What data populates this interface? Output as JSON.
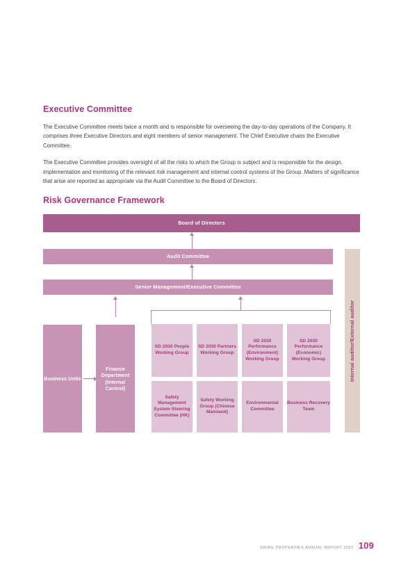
{
  "sections": {
    "executive": {
      "heading": "Executive Committee",
      "paragraphs": [
        "The Executive Committee meets twice a month and is responsible for overseeing the day-to-day operations of the Company. It comprises three Executive Directors and eight members of senior management. The Chief Executive chairs the Executive Committee.",
        "The Executive Committee provides oversight of all the risks to which the Group is subject and is responsible for the design, implementation and monitoring of the relevant risk management and internal control systems of the Group. Matters of significance that arise are reported as appropriate via the Audit Committee to the Board of Directors."
      ]
    },
    "framework": {
      "heading": "Risk Governance Framework"
    }
  },
  "diagram": {
    "board_of_directors": "Board of Directors",
    "audit_committee": "Audit Committee",
    "senior_management": "Senior Management/Executive Committee",
    "business_units": "Business Units",
    "finance_department": "Finance Department (Internal Control)",
    "auditor_bar": "Internal auditor/External auditor",
    "working_groups": [
      "SD 2030 People Working Group",
      "SD 2030 Partners Working Group",
      "SD 2030 Performance (Environment) Working Group",
      "SD 2030 Performance (Economic) Working Group"
    ],
    "committees": [
      "Safety Management System Steering Committee (HK)",
      "Safety Working Group (Chinese Mainland)",
      "Environmental Committee",
      "Business Recovery Team"
    ],
    "colors": {
      "heading": "#b0347c",
      "bar_dark": "#a85d8f",
      "bar_mid": "#c690b3",
      "cell_light": "#e0c3d6",
      "auditor": "#ded2c6",
      "arrow": "#b87fa6"
    }
  },
  "footer": {
    "report_text": "SWIRE PROPERTIES ANNUAL REPORT 2022",
    "page_number": "109"
  }
}
